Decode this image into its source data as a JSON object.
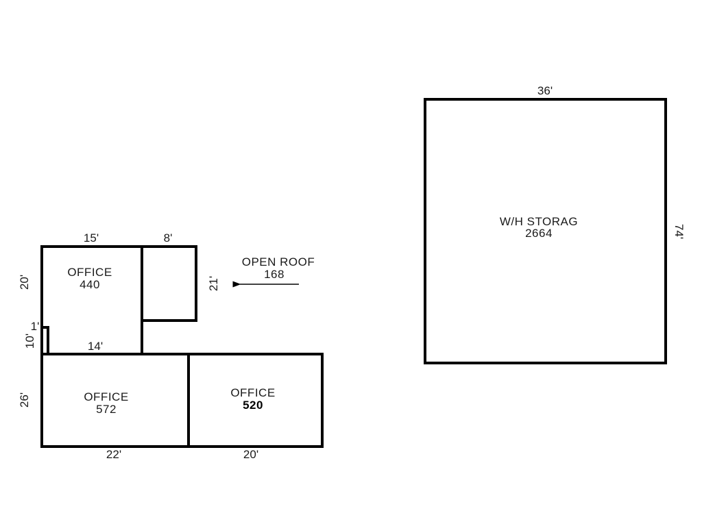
{
  "diagram": {
    "type": "floor-plan",
    "rooms": [
      {
        "id": "office-440",
        "name": "OFFICE",
        "area": "440"
      },
      {
        "id": "open-roof",
        "name": "OPEN ROOF",
        "area": "168"
      },
      {
        "id": "office-572",
        "name": "OFFICE",
        "area": "572"
      },
      {
        "id": "office-520",
        "name": "OFFICE",
        "area": "520"
      },
      {
        "id": "wh-storage",
        "name": "W/H STORAG",
        "area": "2664"
      }
    ],
    "dimensions": {
      "office440_width": "15'",
      "office440_height": "20'",
      "openroof_width": "8'",
      "openroof_height": "21'",
      "jog": "1'",
      "lower_left_height": "10'",
      "lower_width": "14'",
      "office572_height": "26'",
      "office572_width": "22'",
      "office520_width": "20'",
      "wh_width": "36'",
      "wh_height": "74'"
    },
    "arrow": {
      "direction": "left",
      "points_to": "open-roof"
    },
    "colors": {
      "line": "#000000",
      "text": "#1a1a1a",
      "background": "#ffffff"
    }
  }
}
